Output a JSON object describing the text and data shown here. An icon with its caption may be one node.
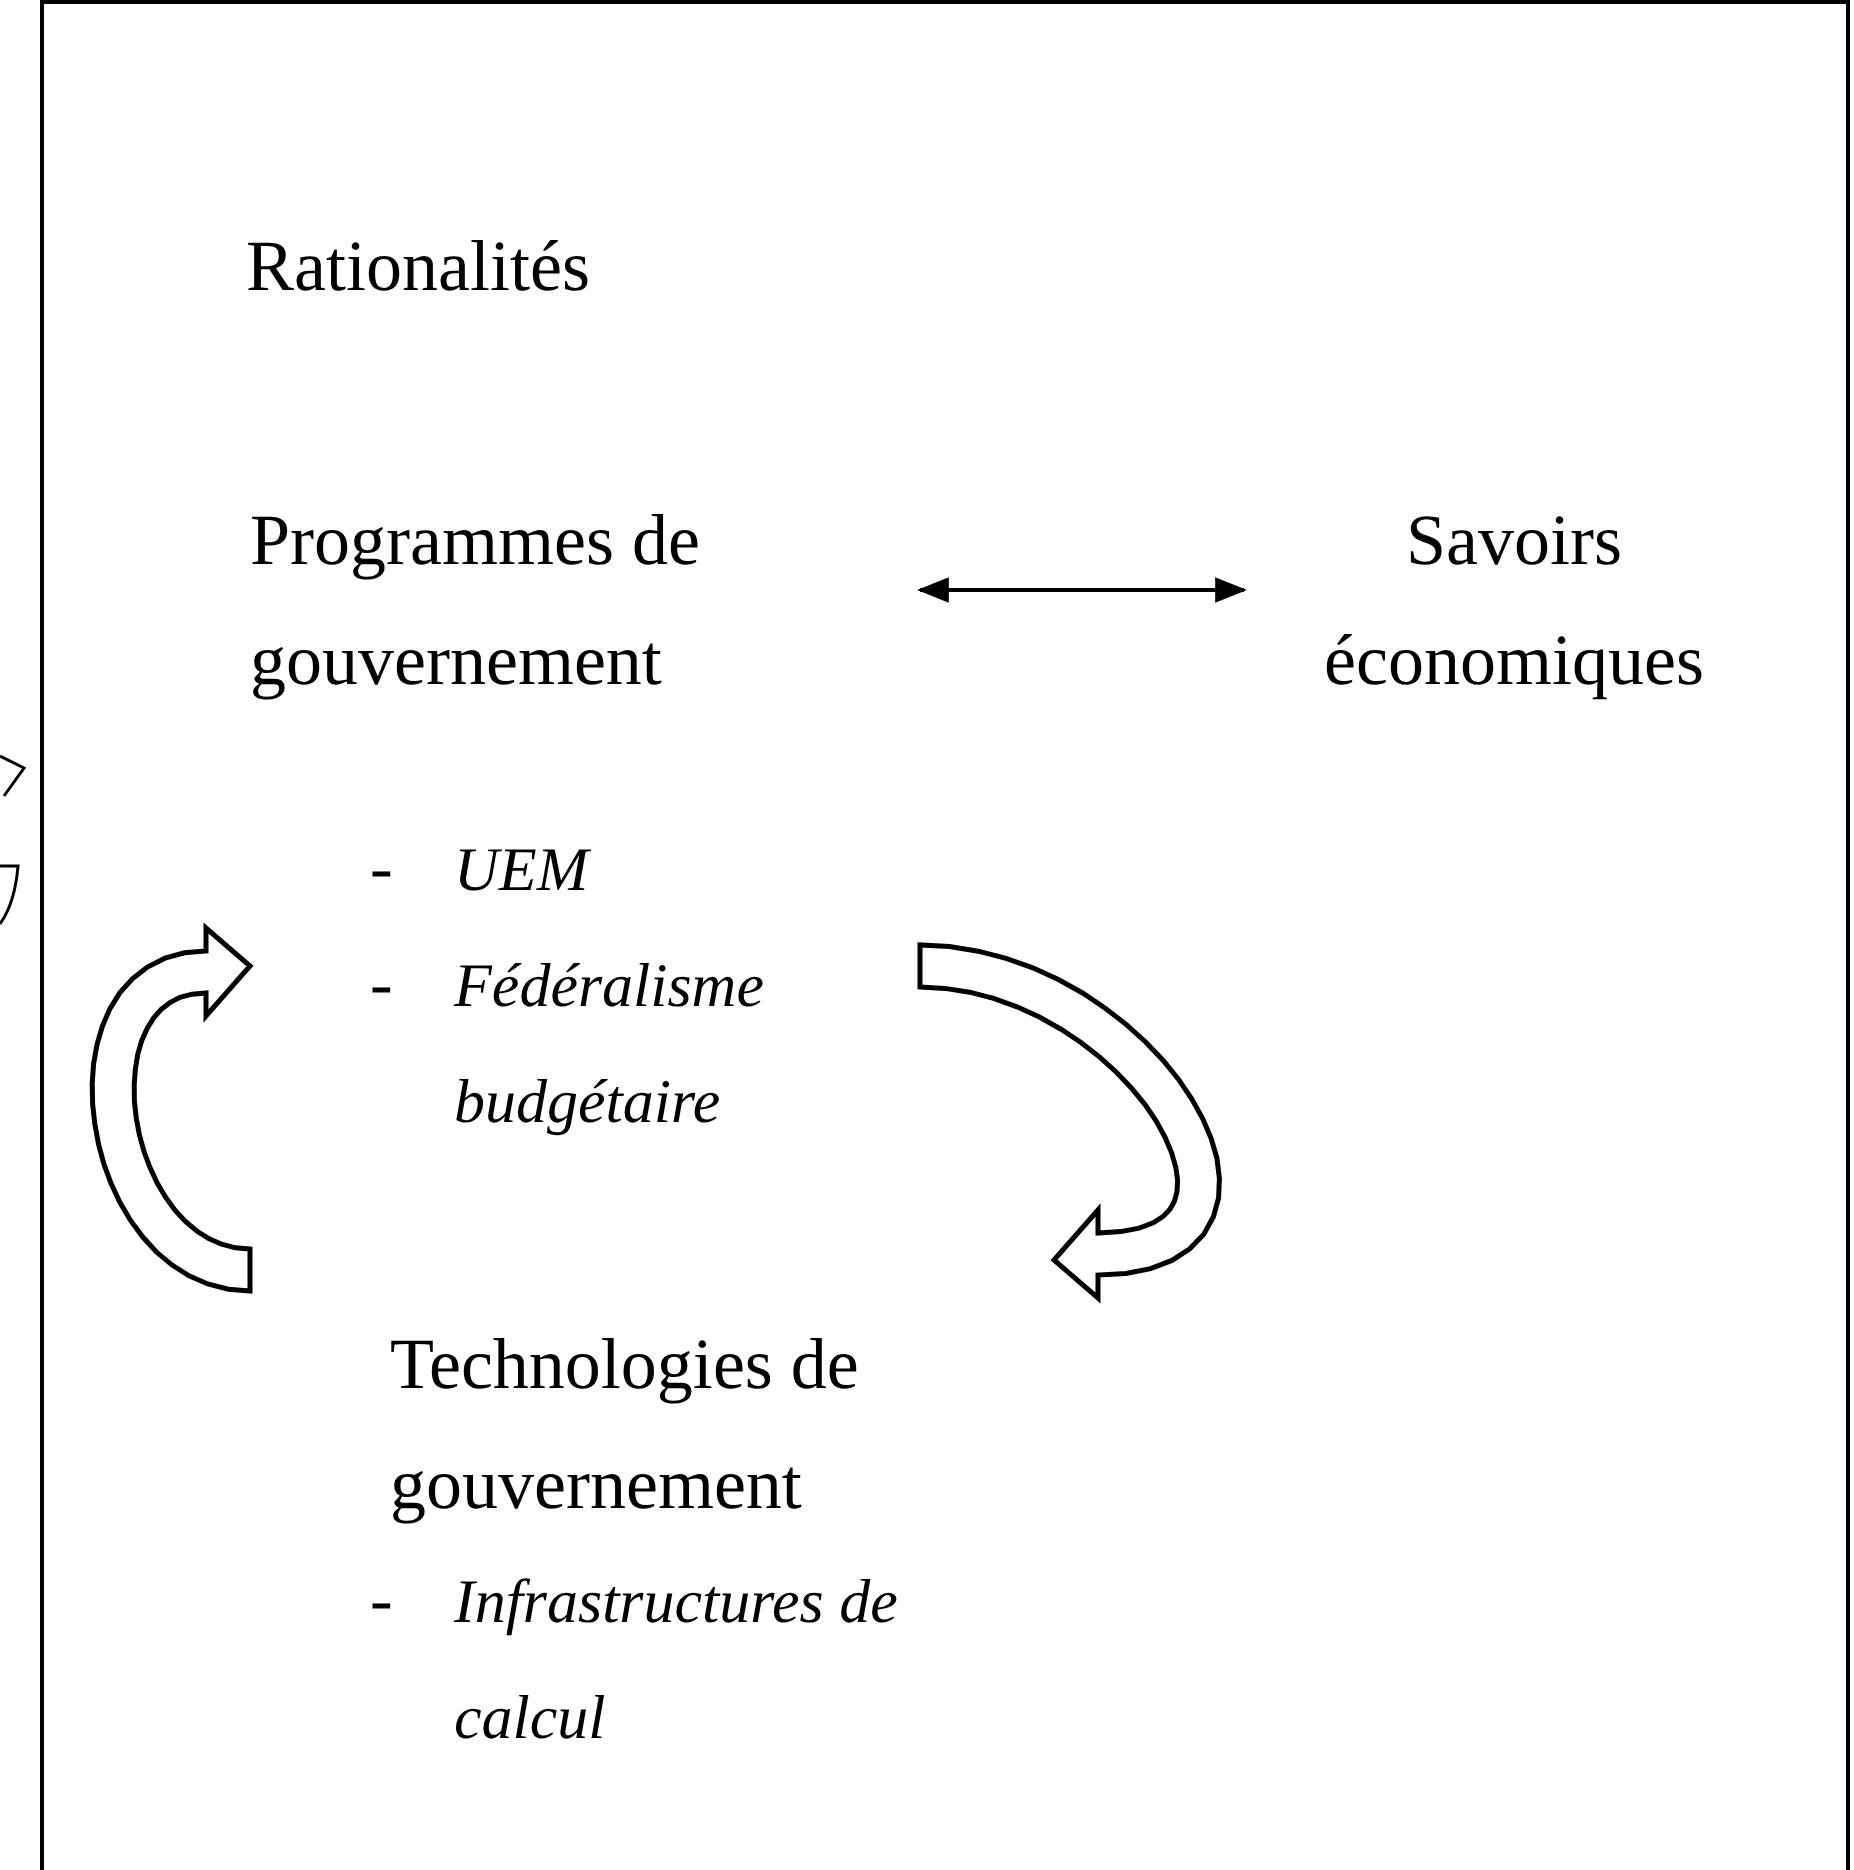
{
  "diagram": {
    "nodes": [
      {
        "text": [
          "Rationalités"
        ]
      },
      {
        "text": [
          "Programmes de gouvernement",
          "-",
          "UEM",
          "-",
          "Fédéralisme budgétaire"
        ],
        "in": 0
      },
      {
        "text": [
          "Savoirs économiques"
        ],
        "in": 0
      },
      {
        "text": [
          "Technologies de gouvernement",
          "-",
          "Infrastructures de calcul"
        ],
        "in": 0
      }
    ],
    "edges": [
      {
        "from": 1,
        "to": 2,
        "arrow": "both"
      },
      {
        "from": 3,
        "to": 1,
        "arrow": "to",
        "style": "thick"
      },
      {
        "from": 1,
        "to": 3,
        "arrow": "to",
        "style": "thick"
      }
    ]
  }
}
